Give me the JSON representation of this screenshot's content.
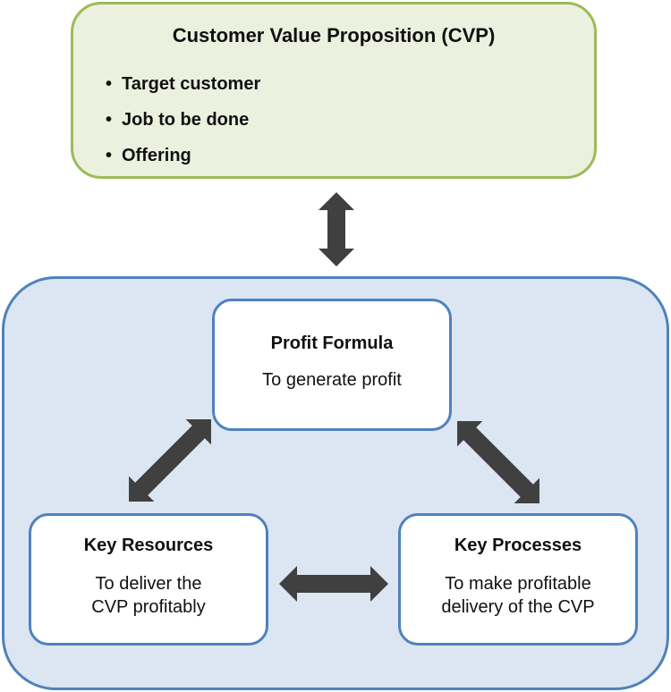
{
  "cvp": {
    "title": "Customer Value Proposition (CVP)",
    "items": [
      "Target customer",
      "Job to be done",
      "Offering"
    ]
  },
  "profit_formula": {
    "title": "Profit Formula",
    "description": "To generate profit"
  },
  "key_resources": {
    "title": "Key Resources",
    "description_line1": "To deliver the",
    "description_line2": "CVP profitably"
  },
  "key_processes": {
    "title": "Key Processes",
    "description_line1": "To make profitable",
    "description_line2": "delivery of the CVP"
  },
  "colors": {
    "cvp_fill": "#ebf1de",
    "cvp_border": "#9bbb59",
    "model_fill": "#dce6f2",
    "model_border": "#4f81bd",
    "arrow": "#404040"
  }
}
